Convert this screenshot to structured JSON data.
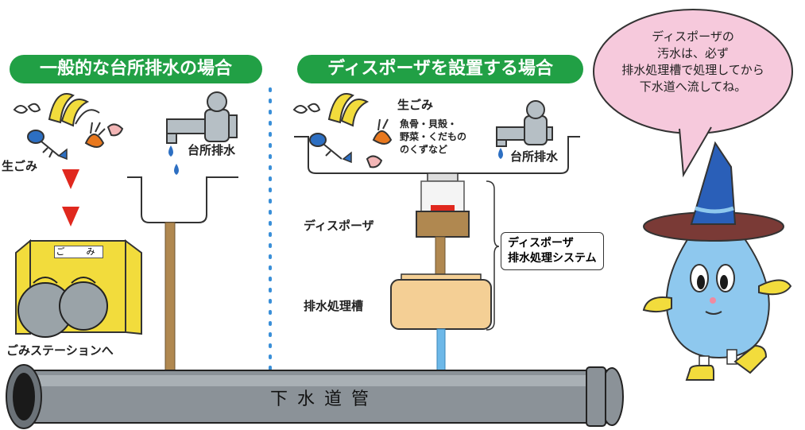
{
  "headers": {
    "left": "一般的な台所排水の場合",
    "right": "ディスポーザを設置する場合"
  },
  "left_panel": {
    "kitchen_waste": "生ごみ",
    "kitchen_drain": "台所排水",
    "gomi_box": "ご　み",
    "gomi_station": "ごみステーションへ"
  },
  "right_panel": {
    "kitchen_waste": "生ごみ",
    "waste_examples": [
      "魚骨・貝殻・",
      "野菜・くだもの",
      "のくずなど"
    ],
    "kitchen_drain": "台所排水",
    "disposer": "ディスポーザ",
    "treatment_tank": "排水処理槽",
    "system_label": [
      "ディスポーザ",
      "排水処理システム"
    ]
  },
  "speech_bubble": {
    "lines": [
      "ディスポーザの",
      "汚水は、必ず",
      "排水処理槽で処理してから",
      "下水道へ流してね。"
    ]
  },
  "sewer_pipe": "下水道管",
  "colors": {
    "header_green": "#21a045",
    "arrow_red": "#e0281e",
    "bubble_pink": "#f6c9dc",
    "tank_tan": "#f4cf95",
    "pipe_brown": "#b08850",
    "clean_water": "#6db8e8",
    "gomi_yellow": "#f2dc3c",
    "mascot_blue": "#8ec8ee"
  }
}
